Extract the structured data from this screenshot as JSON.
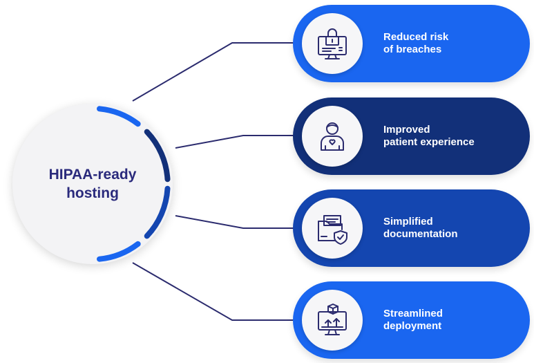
{
  "hub": {
    "title": "HIPAA-ready\nhosting"
  },
  "benefits": [
    {
      "label": "Reduced risk\nof breaches",
      "icon": "lock-monitor-icon"
    },
    {
      "label": "Improved\npatient experience",
      "icon": "patient-icon"
    },
    {
      "label": "Simplified\ndocumentation",
      "icon": "folder-shield-icon"
    },
    {
      "label": "Streamlined\ndeployment",
      "icon": "deployment-monitor-icon"
    }
  ],
  "colors": {
    "bright_blue": "#1a66f0",
    "navy": "#123079",
    "mid_blue": "#1446b0",
    "hub_text": "#2a2a7c",
    "icon_stroke": "#2b2b6e",
    "connector": "#2b2b6e"
  }
}
